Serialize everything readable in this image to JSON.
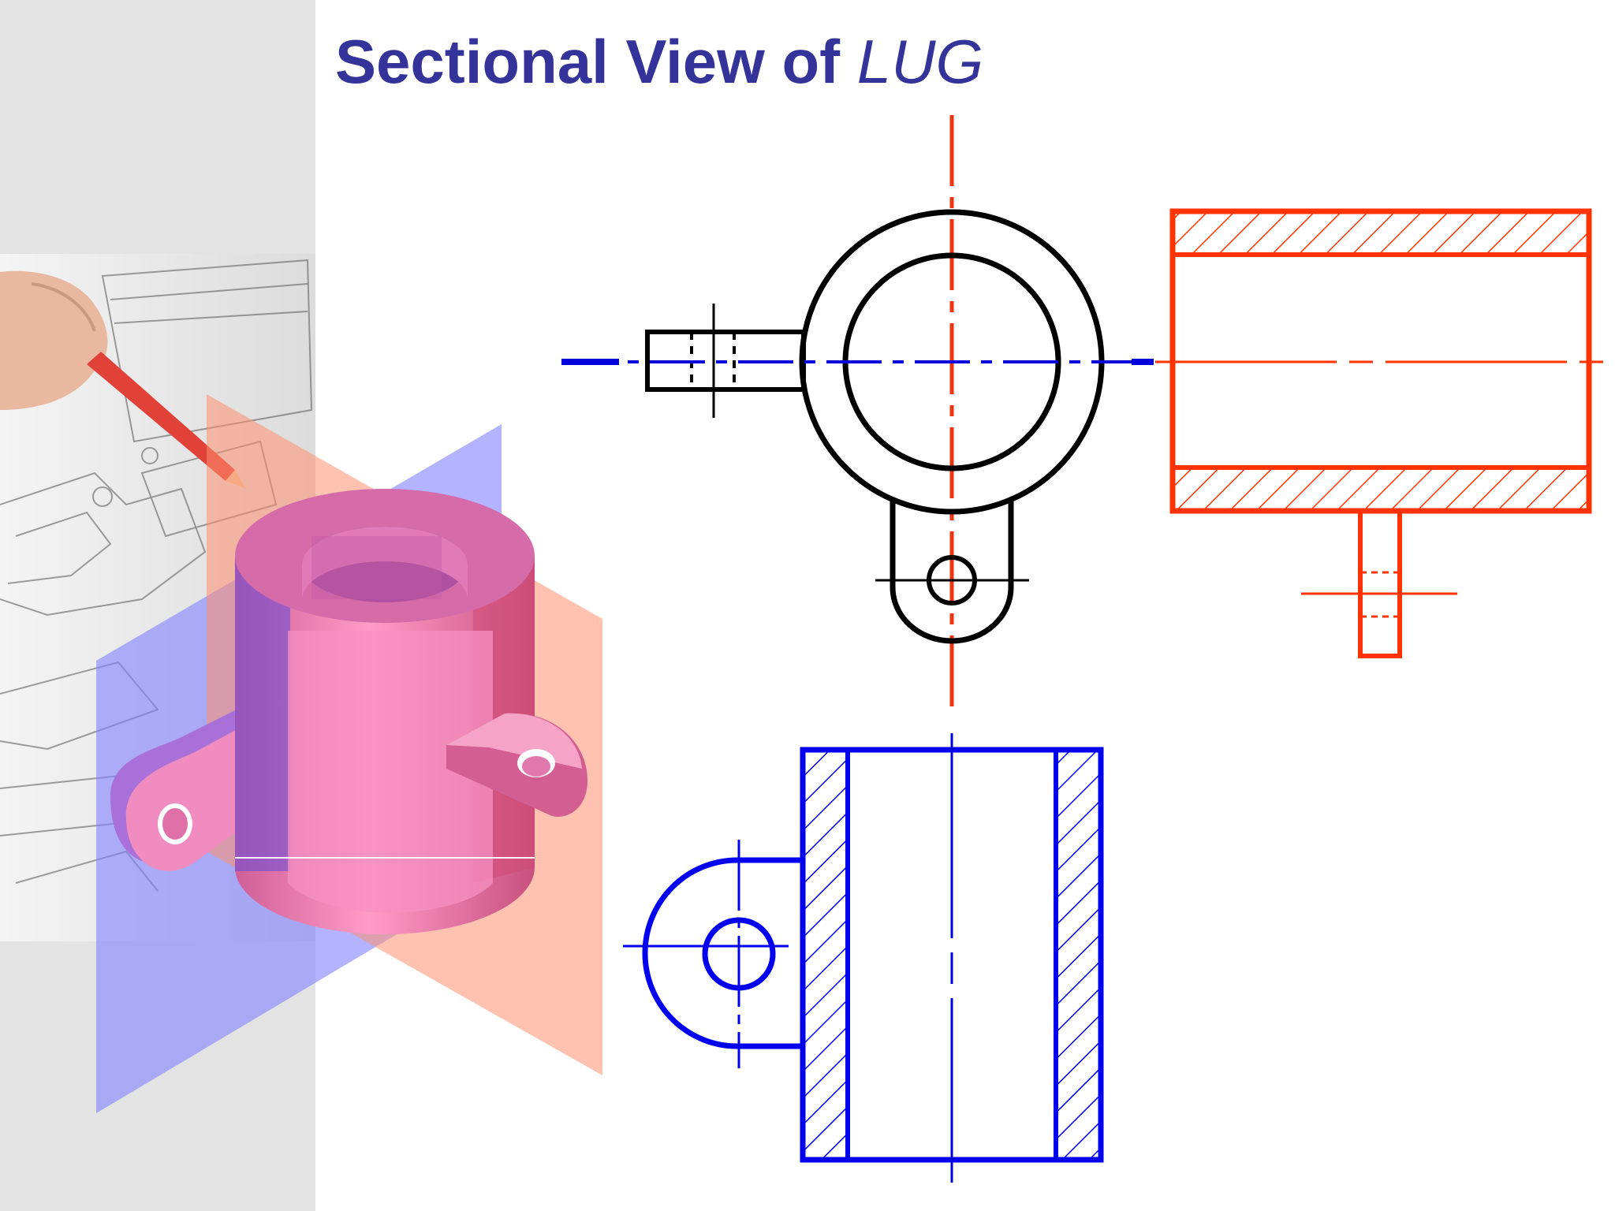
{
  "slide": {
    "title_main": "Sectional View of",
    "title_italic": "LUG"
  },
  "colors": {
    "title": "#333399",
    "sidebar_gray": "#e3e3e3",
    "front_view_black": "#000000",
    "side_section_red": "#ff3300",
    "top_section_blue": "#0000ee",
    "centerline_red": "#ee3311",
    "centerline_blue": "#0000dd",
    "iso_pink": "#f080b0",
    "cutting_plane_blue": "#8080ff",
    "cutting_plane_red": "#ff9070"
  },
  "views": [
    {
      "name": "front-view",
      "color": "black"
    },
    {
      "name": "side-sectional-view",
      "color": "red",
      "hatched": true
    },
    {
      "name": "top-sectional-view",
      "color": "blue",
      "hatched": true
    },
    {
      "name": "isometric-view-with-cutting-planes",
      "cutting_planes": [
        "blue",
        "red"
      ]
    }
  ]
}
